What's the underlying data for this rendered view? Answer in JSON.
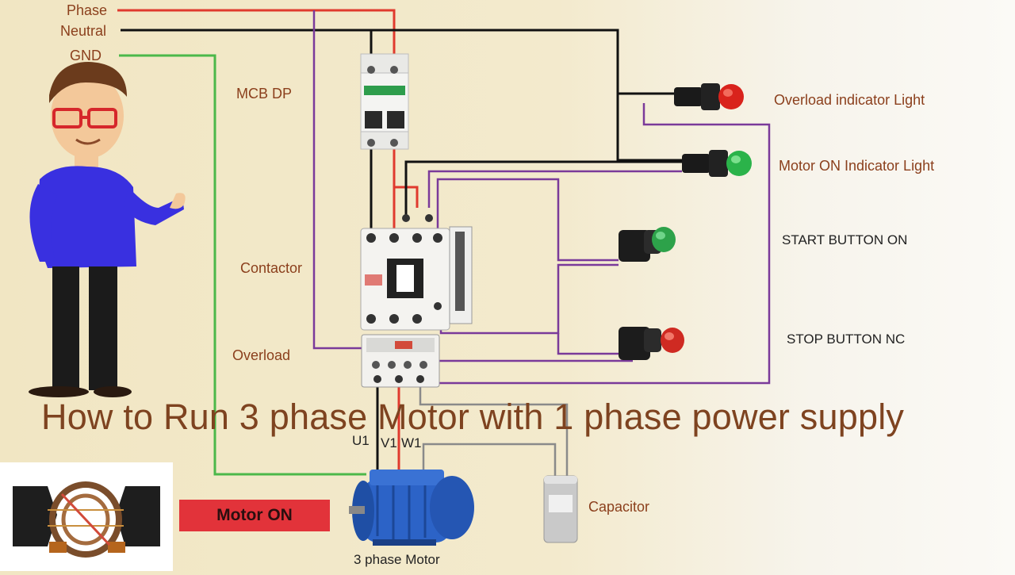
{
  "title": "How to Run 3 phase Motor with 1 phase power supply",
  "supply_labels": {
    "phase": "Phase",
    "neutral": "Neutral",
    "gnd": "GND"
  },
  "component_labels": {
    "mcb": "MCB DP",
    "contactor": "Contactor",
    "overload": "Overload",
    "overload_light": "Overload indicator Light",
    "motor_on_light": "Motor ON Indicator Light",
    "start_button": "START BUTTON ON",
    "stop_button": "STOP BUTTON NC",
    "capacitor": "Capacitor",
    "motor": "3 phase Motor"
  },
  "terminal_labels": {
    "u1": "U1",
    "v1": "V1",
    "w1": "W1"
  },
  "status_badge": "Motor ON",
  "colors": {
    "phase_wire": "#e03a2e",
    "neutral_wire": "#111111",
    "ground_wire": "#4cb84a",
    "control_wire": "#7a3a9a",
    "capacitor_wire": "#8a8a8a",
    "label_text": "#8b3f1c",
    "badge": "#e2333a",
    "motor_body": "#2c63c7"
  }
}
